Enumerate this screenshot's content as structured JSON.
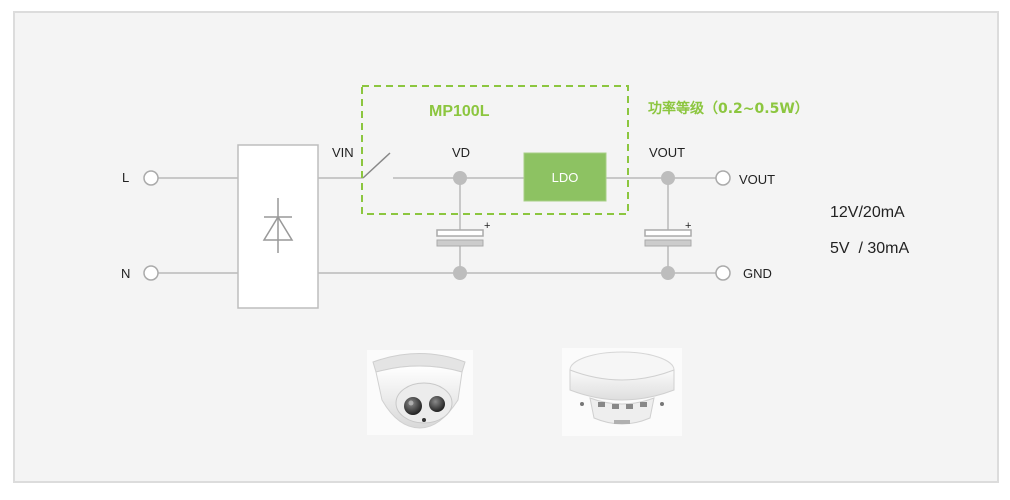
{
  "chip": {
    "name": "MP100L",
    "power_class": "功率等级（0.2~0.5W）"
  },
  "terminals": {
    "live": "L",
    "neutral": "N",
    "vout": "VOUT",
    "gnd": "GND"
  },
  "nodes": {
    "vin": "VIN",
    "vd": "VD",
    "vout": "VOUT"
  },
  "blocks": {
    "ldo": "LDO"
  },
  "polarity": {
    "cap1": "+",
    "cap2": "+"
  },
  "specs": {
    "line1": "12V/20mA",
    "line2": "5V  / 30mA"
  },
  "colors": {
    "accent_green": "#8cc63f",
    "ldo_fill": "#8dc262",
    "wire": "#c8c8c8",
    "node": "#bdbdbd"
  },
  "applications": [
    {
      "icon": "dome-camera-icon"
    },
    {
      "icon": "smoke-detector-icon"
    }
  ]
}
